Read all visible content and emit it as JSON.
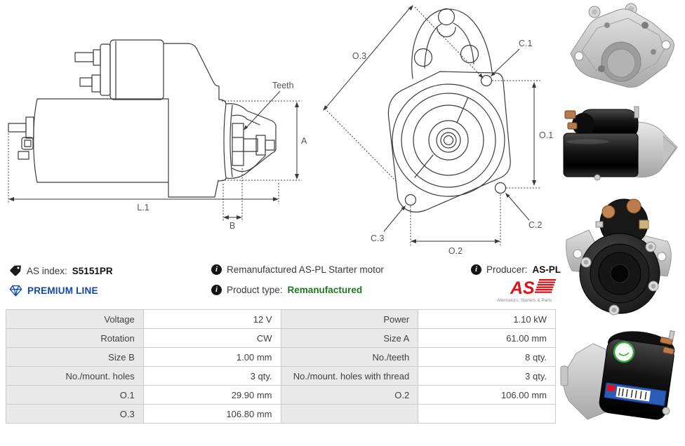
{
  "info": {
    "as_index_label": "AS index:",
    "as_index_value": "S5151PR",
    "premium_line": "PREMIUM LINE",
    "description": "Remanufactured AS-PL Starter motor",
    "product_type_label": "Product type:",
    "product_type_value": "Remanufactured",
    "producer_label": "Producer:",
    "producer_value": "AS-PL"
  },
  "brand": {
    "logo_text": "AS",
    "tagline": "Alternators, Starters & Parts"
  },
  "side_diagram": {
    "teeth": "Teeth",
    "dim_a": "A",
    "dim_l1": "L.1",
    "dim_b": "B"
  },
  "front_diagram": {
    "o1": "O.1",
    "o2": "O.2",
    "o3": "O.3",
    "c1": "C.1",
    "c2": "C.2",
    "c3": "C.3"
  },
  "spec_table": {
    "rows": [
      {
        "l1": "Voltage",
        "v1": "12 V",
        "l2": "Power",
        "v2": "1.10 kW"
      },
      {
        "l1": "Rotation",
        "v1": "CW",
        "l2": "Size A",
        "v2": "61.00 mm"
      },
      {
        "l1": "Size B",
        "v1": "1.00 mm",
        "l2": "No./teeth",
        "v2": "8 qty."
      },
      {
        "l1": "No./mount. holes",
        "v1": "3 qty.",
        "l2": "No./mount. holes with thread",
        "v2": "3 qty."
      },
      {
        "l1": "O.1",
        "v1": "29.90 mm",
        "l2": "O.2",
        "v2": "106.00 mm"
      },
      {
        "l1": "O.3",
        "v1": "106.80 mm",
        "l2": "",
        "v2": ""
      }
    ]
  },
  "photos": [
    "starter-drive-end-housing-photo",
    "starter-side-view-photo",
    "starter-rear-view-photo",
    "starter-angled-view-photo"
  ],
  "colors": {
    "premium_blue": "#0f46b4",
    "type_green": "#1d7a1d",
    "logo_red": "#d8161c",
    "table_label_bg": "#e9e9e9",
    "table_border": "#cbcbcb",
    "diagram_line": "#3a3a3a"
  }
}
